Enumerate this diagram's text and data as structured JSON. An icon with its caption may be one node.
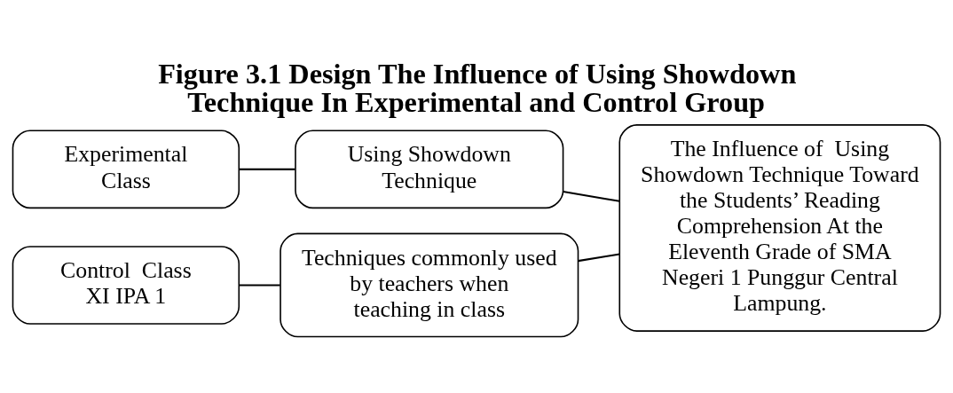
{
  "diagram": {
    "title": "Figure 3.1 Design The Influence of Using Showdown Technique In Experimental and Control Group",
    "nodes": [
      {
        "text": [
          "Experimental Class"
        ]
      },
      {
        "text": [
          "Using Showdown Technique"
        ]
      },
      {
        "text": [
          "The Influence of  Using Showdown Technique Toward the Students’ Reading Comprehension At the Eleventh Grade of SMA Negeri 1 Punggur Central Lampung."
        ]
      },
      {
        "text": [
          "Control  Class XI IPA 1"
        ]
      },
      {
        "text": [
          "Techniques commonly used by teachers when teaching in class"
        ]
      }
    ],
    "edges": [
      {
        "from": 0,
        "to": 1,
        "arrow": "none"
      },
      {
        "from": 3,
        "to": 4,
        "arrow": "none"
      },
      {
        "from": 1,
        "to": 2,
        "arrow": "none"
      },
      {
        "from": 4,
        "to": 2,
        "arrow": "none"
      }
    ]
  }
}
